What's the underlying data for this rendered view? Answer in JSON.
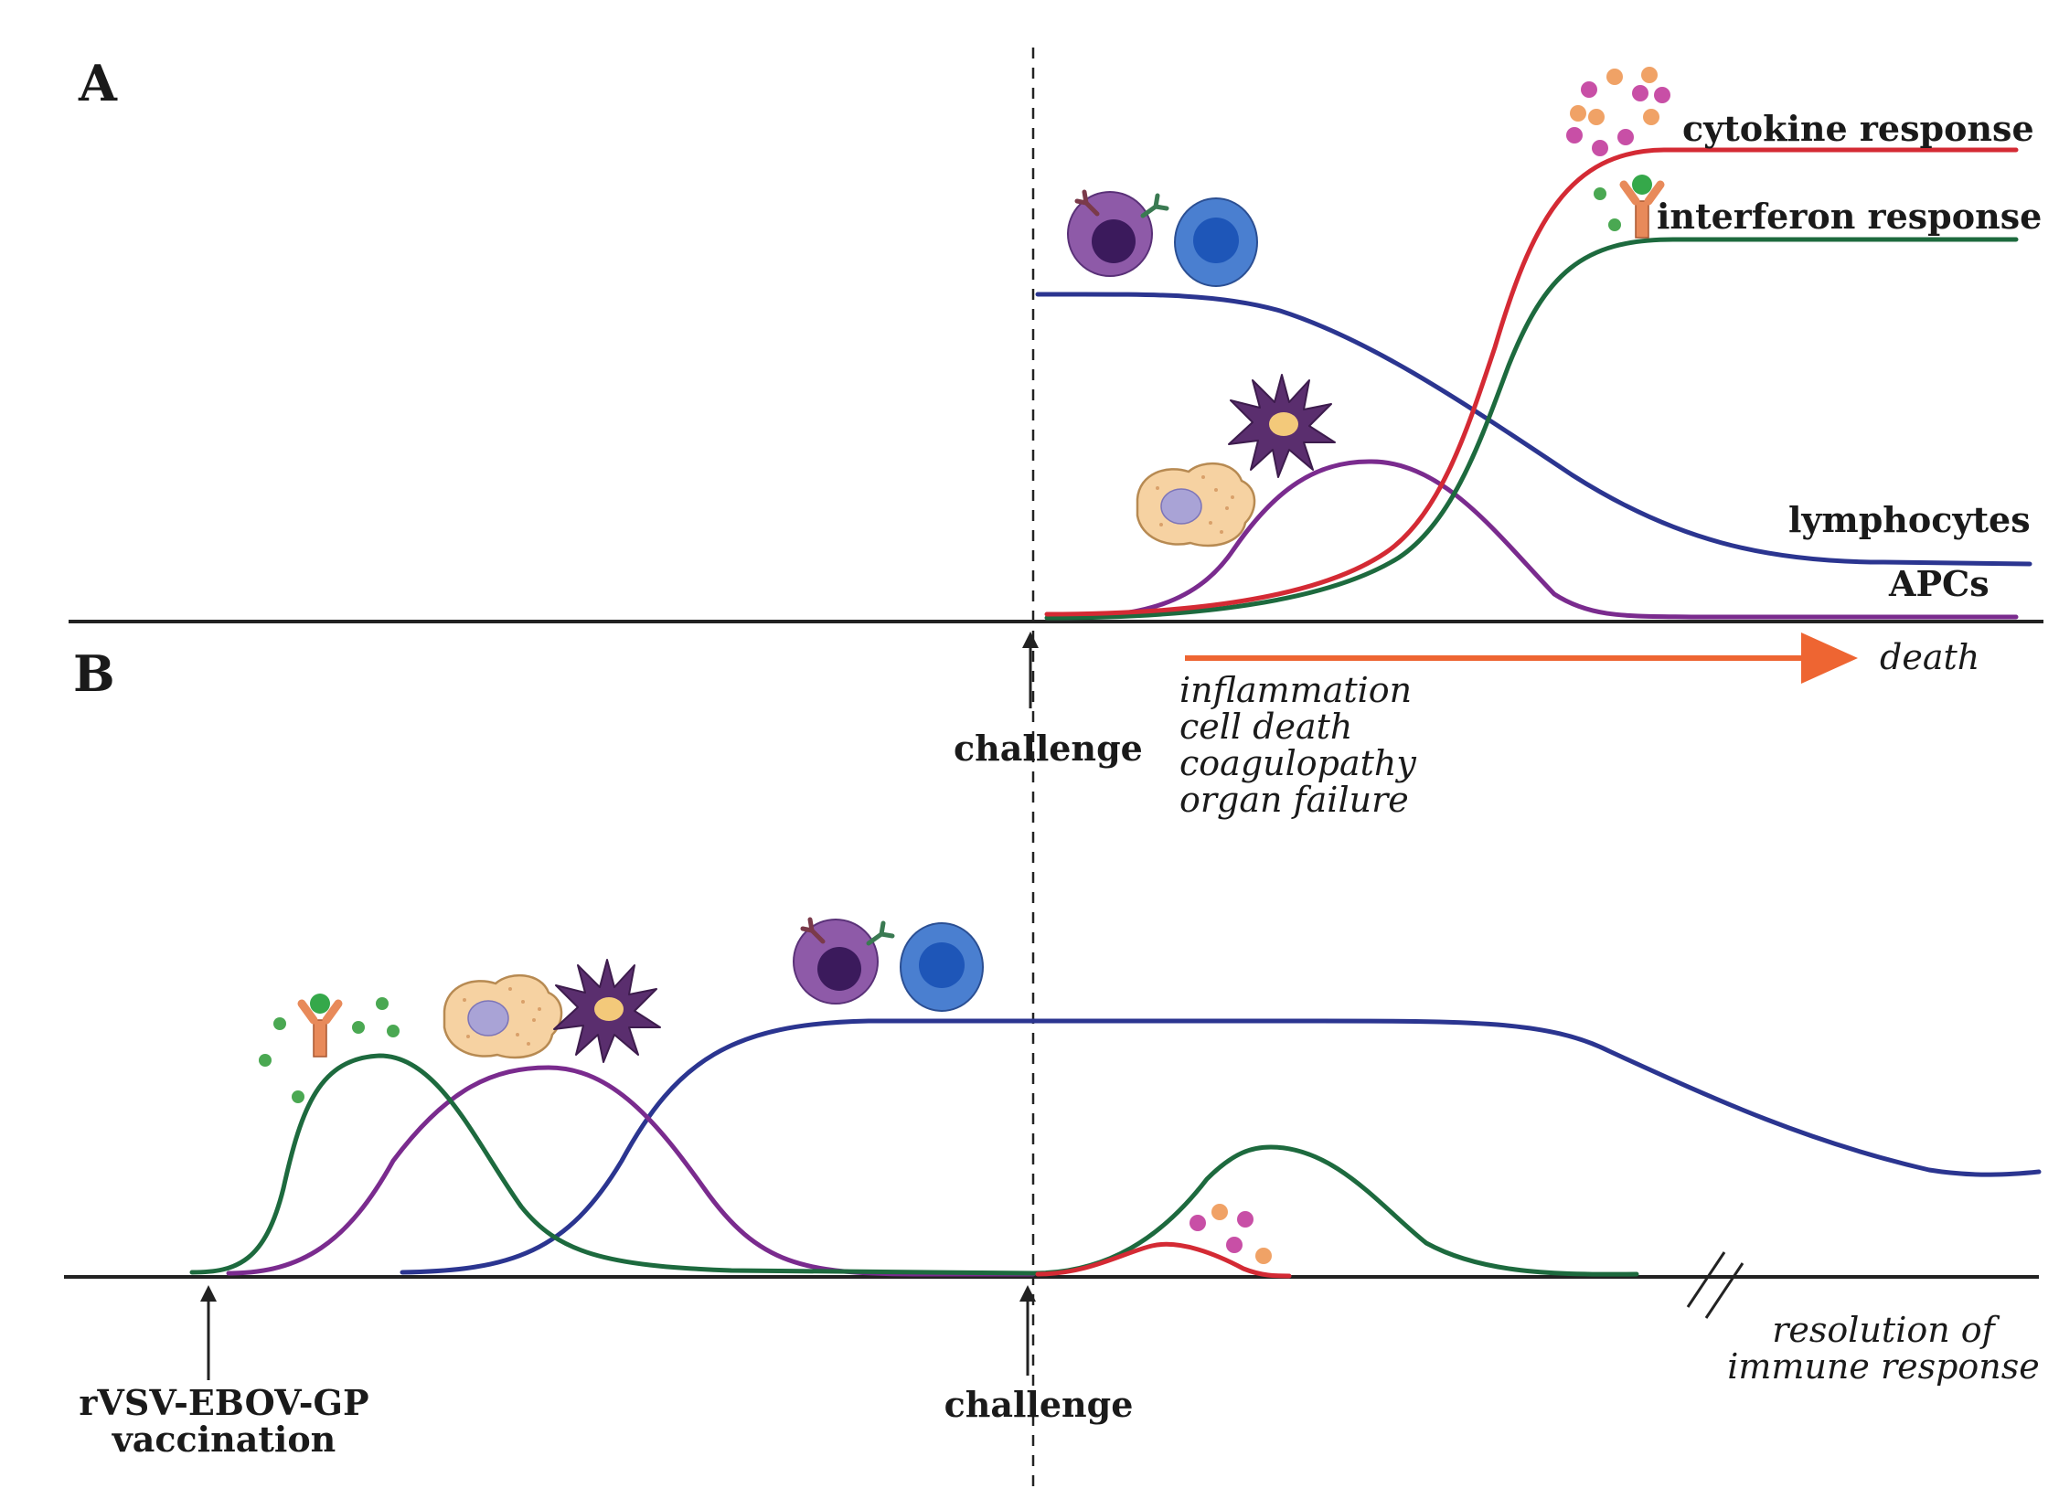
{
  "panels": {
    "a": {
      "letter": "A",
      "labels": {
        "cytokine": "cytokine response",
        "interferon": "interferon response",
        "lymphocytes": "lymphocytes",
        "apcs": "APCs"
      },
      "challenge": "challenge",
      "outcome": "death",
      "pathology": [
        "inflammation",
        "cell death",
        "coagulopathy",
        "organ failure"
      ]
    },
    "b": {
      "letter": "B",
      "vaccination": [
        "rVSV-EBOV-GP",
        "vaccination"
      ],
      "challenge": "challenge",
      "resolution": [
        "resolution of",
        "immune response"
      ]
    }
  },
  "colors": {
    "cytokine": "#d42a34",
    "interferon": "#1d6a3e",
    "lymphocytes": "#2b3590",
    "apcs": "#7a2b8e",
    "outcome_arrow": "#ee6532",
    "axis": "#222222",
    "b_cell": "#8e5aa8",
    "t_cell": "#4a7fd0",
    "macrophage": "#f6d2a2",
    "dendritic_cell": "#5a2e6e",
    "cytokine_dot_pink": "#c84fa6",
    "cytokine_dot_orange": "#f0a266",
    "interferon_dot": "#4aa852",
    "receptor": "#e88a5a"
  },
  "icons": [
    "b-cell-icon",
    "t-cell-icon",
    "macrophage-icon",
    "dendritic-cell-icon",
    "cytokine-dots-icon",
    "interferon-receptor-icon"
  ]
}
